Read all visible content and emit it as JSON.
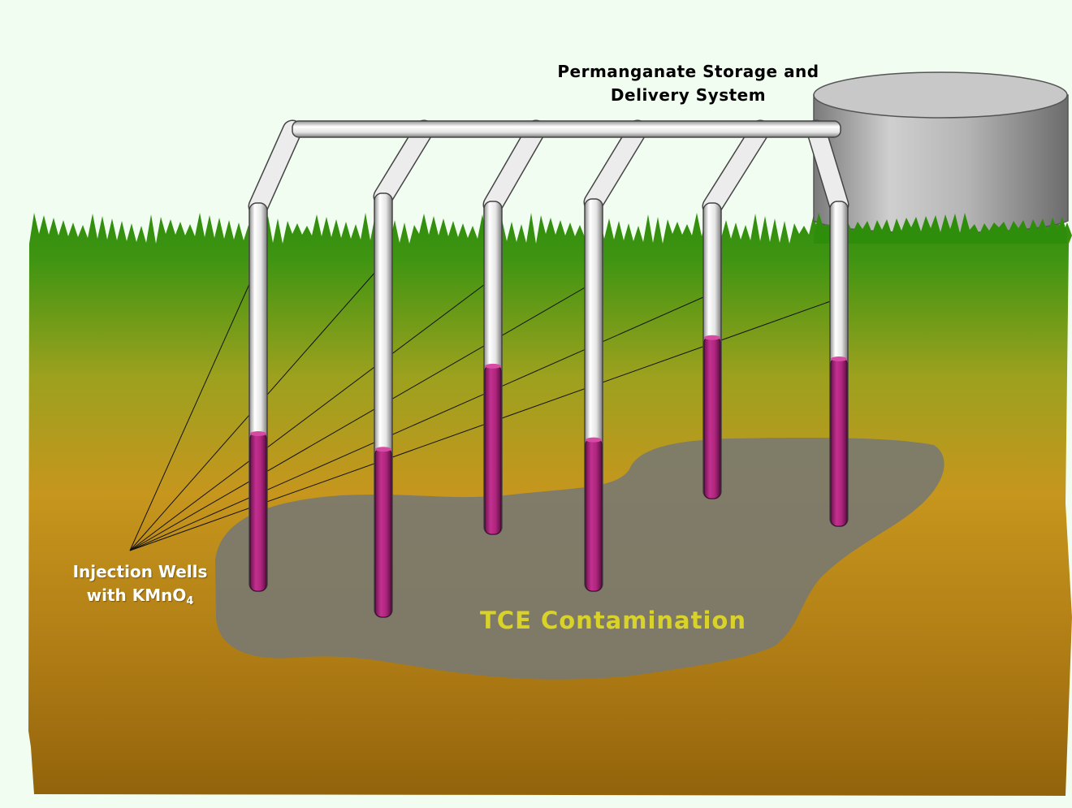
{
  "labels": {
    "storage_line1": "Permanganate Storage and",
    "storage_line2": "Delivery System",
    "wells_line1": "Injection Wells",
    "wells_line2_prefix": "with KMnO",
    "wells_line2_sub": "4",
    "contamination": "TCE Contamination"
  },
  "colors": {
    "background": "#f1fdf1",
    "grass": "#2f8d0c",
    "soil_mid": "#c6961d",
    "soil_deep": "#93630b",
    "contamination_plume": "#7b7a6e",
    "permanganate": "#b0267f",
    "pipe": "#f0f0f0",
    "tank": "#b9b9b9",
    "contamination_text": "#d9d22a"
  },
  "wells": [
    {
      "fill_fraction": 0.41
    },
    {
      "fill_fraction": 0.4
    },
    {
      "fill_fraction": 0.51
    },
    {
      "fill_fraction": 0.39
    },
    {
      "fill_fraction": 0.55
    },
    {
      "fill_fraction": 0.52
    }
  ]
}
